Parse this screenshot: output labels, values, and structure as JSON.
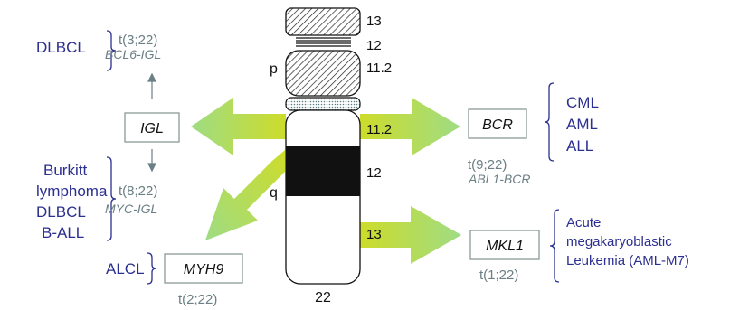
{
  "chromosome": {
    "label": "22",
    "arm_p": "p",
    "arm_q": "q",
    "bands": [
      "13",
      "12",
      "11.2",
      "11.2",
      "12",
      "13"
    ]
  },
  "genes": {
    "igl": "IGL",
    "bcr": "BCR",
    "mkl1": "MKL1",
    "myh9": "MYH9"
  },
  "translocations": {
    "bcl6": {
      "t": "t(3;22)",
      "fusion": "BCL6-IGL"
    },
    "myc": {
      "t": "t(8;22)",
      "fusion": "MYC-IGL"
    },
    "abl1": {
      "t": "t(9;22)",
      "fusion": "ABL1-BCR"
    },
    "mkl1": {
      "t": "t(1;22)"
    },
    "myh9": {
      "t": "t(2;22)"
    }
  },
  "diseases": {
    "dlbcl_top": "DLBCL",
    "burkitt": [
      "Burkitt",
      "lymphoma",
      "DLBCL",
      "B-ALL"
    ],
    "alcl": "ALCL",
    "bcr": [
      "CML",
      "AML",
      "ALL"
    ],
    "mkl1": [
      "Acute",
      "megakaryoblastic",
      "Leukemia (AML-M7)"
    ]
  },
  "colors": {
    "arrow_yellow": "#c9d82a",
    "arrow_green": "#a7db7c",
    "text_blue": "#2b2f8f",
    "text_gray": "#6b7f84"
  }
}
